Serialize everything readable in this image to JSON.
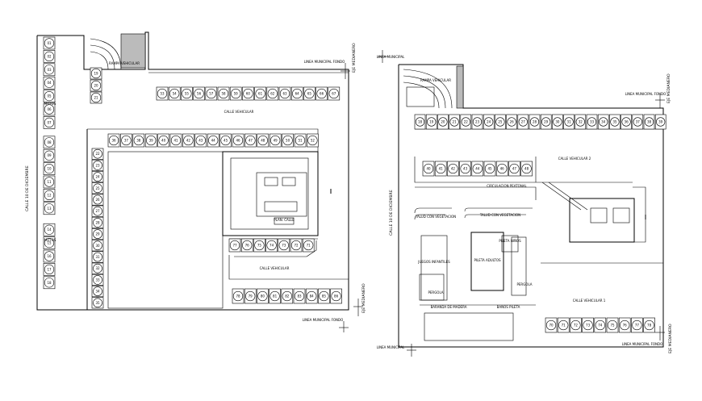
{
  "left_plan": {
    "street_label": "CALLE 10 DE DICIEMBRE",
    "ramp_label": "RAMPA VEHICULAR",
    "calle_top": "CALLE VEHICULAR",
    "calle_mid": "CALLE VEHICULAR",
    "motos_1": "MOTOS",
    "motos_2": "MOTOS",
    "linea_top": "LINEA MUNICIPAL FONDO",
    "linea_bottom": "LINEA MUNICIPAL FONDO",
    "eje_top": "EJE MEDIANERO",
    "eje_bottom": "EJE MEDIANERO",
    "core_label": "PLAN. CALLE",
    "col_a": [
      "01",
      "02",
      "03",
      "04",
      "05",
      "06",
      "07",
      "08",
      "09",
      "10",
      "11",
      "12",
      "13",
      "14",
      "15",
      "16",
      "17",
      "18"
    ],
    "col_b": [
      "19",
      "20",
      "21"
    ],
    "col_c": [
      "22",
      "23",
      "24",
      "25",
      "26",
      "27",
      "28",
      "29",
      "30",
      "31",
      "32",
      "33",
      "34",
      "35"
    ],
    "row_top": [
      "53",
      "54",
      "55",
      "56",
      "57",
      "58",
      "59",
      "60",
      "61",
      "62",
      "63",
      "64",
      "65",
      "66",
      "67"
    ],
    "row_mid": [
      "36",
      "37",
      "38",
      "39",
      "40",
      "41",
      "42",
      "43",
      "44",
      "45",
      "46",
      "47",
      "48",
      "49",
      "50",
      "51",
      "52"
    ],
    "row_core": [
      "77",
      "76",
      "75",
      "74",
      "73",
      "72",
      "71"
    ],
    "row_bottom": [
      "78",
      "79",
      "80",
      "81",
      "82",
      "83",
      "84",
      "85",
      "86"
    ]
  },
  "right_plan": {
    "street_label": "CALLE 10 DE DICIEMBRE",
    "ramp_label": "RAMPA VEHICULAR",
    "linea_top": "LINEA MUNICIPAL",
    "linea_fondo_top": "LINEA MUNICIPAL FONDO",
    "linea_bottom": "LINEA MUNICIPAL",
    "linea_fondo_bottom": "LINEA MUNICIPAL FONDO",
    "eje_top": "EJE MEDIANERO",
    "eje_bottom": "EJE MEDIANERO",
    "calle_2": "CALLE VEHICULAR 2",
    "calle_1": "CALLE VEHICULAR 1",
    "circulacion": "CIRCULACION PEATONAL",
    "talud_1": "TALUD CON VEGETACION",
    "talud_2": "TALUD CON VEGETACION",
    "juegos": "JUEGOS INFANTILES",
    "pileta_adultos": "PILETA ADULTOS",
    "pileta_ninos": "PILETA NIÑOS",
    "pergola_1": "PERGOLA",
    "pergola_2": "PERGOLA",
    "baranda": "BARANDA DE MADERA",
    "banos": "BAÑOS PILETA",
    "row_top": [
      "18",
      "19",
      "20",
      "21",
      "22",
      "23",
      "24",
      "25",
      "26",
      "27",
      "28",
      "29",
      "30",
      "31",
      "32",
      "33",
      "34",
      "35",
      "36",
      "37",
      "38",
      "39"
    ],
    "row_mid": [
      "40",
      "41",
      "42",
      "43",
      "44",
      "45",
      "46",
      "47",
      "48"
    ],
    "row_bottom": [
      "70",
      "71",
      "72",
      "73",
      "74",
      "75",
      "76",
      "77",
      "78"
    ]
  }
}
